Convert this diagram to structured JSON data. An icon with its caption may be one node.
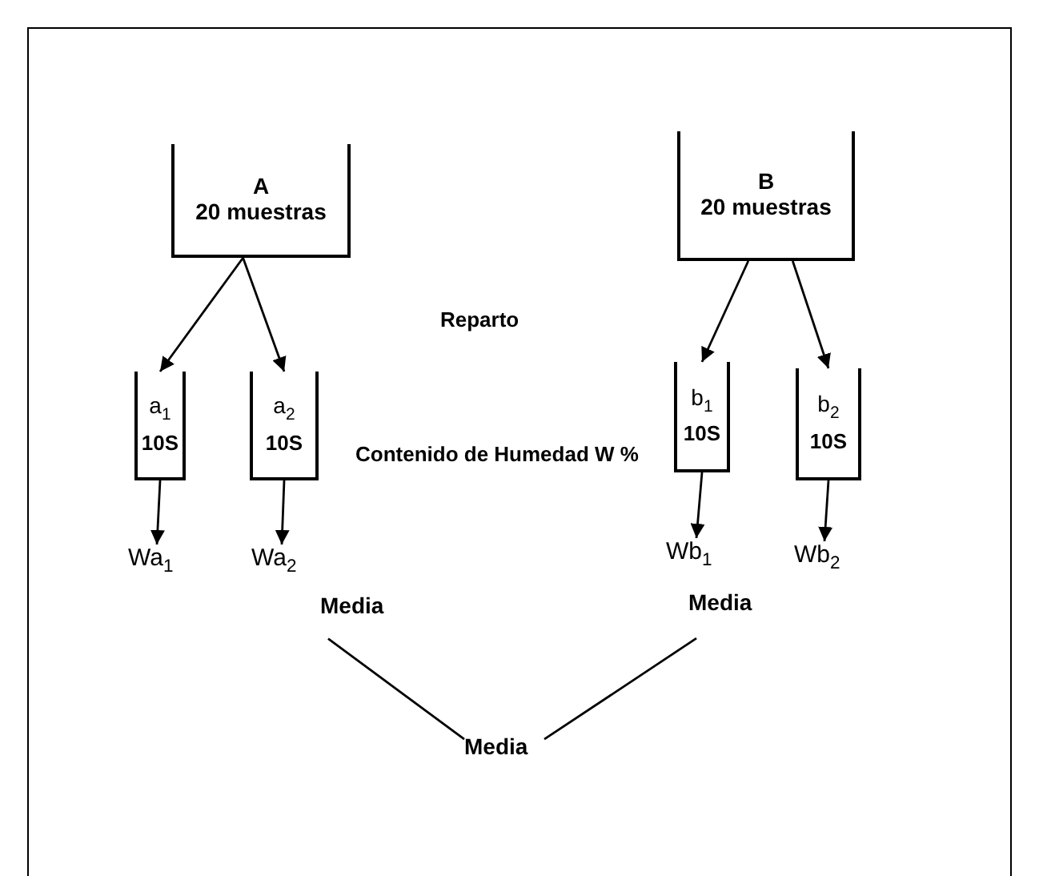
{
  "diagram": {
    "nodes": [
      {
        "text": [
          "A",
          "20 muestras"
        ]
      },
      {
        "text": [
          "B",
          "20 muestras"
        ]
      },
      {
        "text": [
          "a$_{1}$",
          "10S"
        ]
      },
      {
        "text": [
          "a$_{2}$",
          "10S"
        ]
      },
      {
        "text": [
          "b$_{1}$",
          "10S"
        ]
      },
      {
        "text": [
          "b$_{2}$",
          "10S"
        ]
      },
      {
        "text": [
          "Wa$_{1}$"
        ]
      },
      {
        "text": [
          "Wa$_{2}$"
        ]
      },
      {
        "text": [
          "Wb$_{1}$"
        ]
      },
      {
        "text": [
          "Wb$_{2}$"
        ]
      },
      {
        "text": [
          "Media"
        ]
      },
      {
        "text": [
          "Media"
        ]
      },
      {
        "text": [
          "Media"
        ]
      }
    ],
    "edges": [
      {
        "from": 0,
        "to": 2,
        "arrow": "to"
      },
      {
        "from": 0,
        "to": 3,
        "arrow": "to"
      },
      {
        "from": 1,
        "to": 4,
        "arrow": "to"
      },
      {
        "from": 1,
        "to": 5,
        "arrow": "to"
      },
      {
        "from": 2,
        "to": 6,
        "arrow": "to"
      },
      {
        "from": 3,
        "to": 7,
        "arrow": "to"
      },
      {
        "from": 4,
        "to": 8,
        "arrow": "to"
      },
      {
        "from": 5,
        "to": 9,
        "arrow": "to"
      },
      {
        "from": 10,
        "to": 12,
        "arrow": "none"
      },
      {
        "from": 11,
        "to": 12,
        "arrow": "none"
      }
    ],
    "labels": [
      "Reparto",
      "Contenido de Humedad W %"
    ]
  }
}
